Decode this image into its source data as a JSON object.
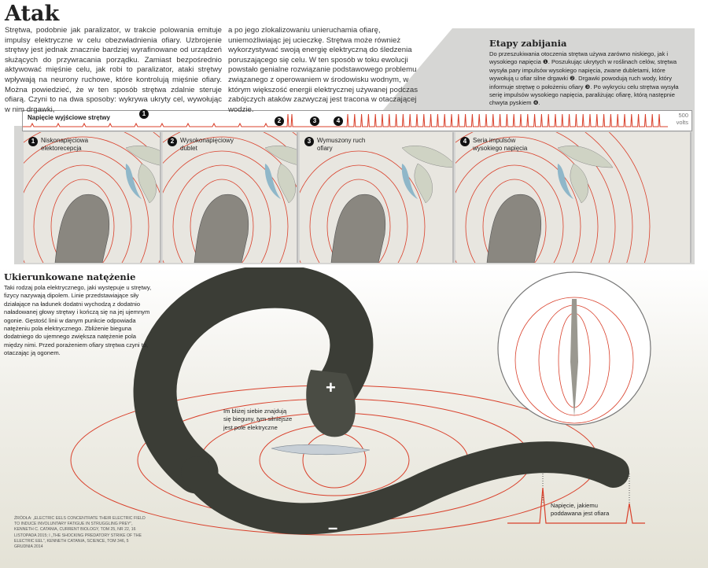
{
  "title": "Atak",
  "intro": {
    "col1": "Strętwa, podobnie jak paralizator, w trakcie polowania emituje impulsy elektryczne w celu obezwładnienia ofiary. Uzbrojenie strętwy jest jednak znacznie bardziej wyrafinowane od urządzeń służących do przywracania porządku. Zamiast bezpośrednio aktywować mięśnie celu, jak robi to paralizator, ataki strętwy wpływają na neurony ruchowe, które kontrolują mięśnie ofiary. Można powiedzieć, że w ten sposób strętwa zdalnie steruje ofiarą. Czyni to na dwa sposoby: wykrywa ukryty cel, wywołując w nim drgawki,",
    "col2": "a po jego zlokalizowaniu unieruchamia ofiarę, uniemożliwiając jej ucieczkę. Strętwa może również wykorzystywać swoją energię elektryczną do śledzenia poruszającego się celu. W ten sposób w toku ewolucji powstało genialne rozwiązanie podstawowego problemu związanego z operowaniem w środowisku wodnym, w którym większość energii elektrycznej używanej podczas zabójczych ataków zazwyczaj jest tracona w otaczającej wodzie."
  },
  "stages": {
    "heading": "Etapy zabijania",
    "text": "Do przeszukiwania otoczenia strętwa używa zarówno niskiego, jak i wysokiego napięcia ❶. Poszukując ukrytych w roślinach celów, strętwa wysyła pary impulsów wysokiego napięcia, zwane dubletami, które wywołują u ofiar silne drgawki ❷. Drgawki powodują ruch wody, który informuje strętwę o położeniu ofiary ❸. Po wykryciu celu strętwa wysyła serię impulsów wysokiego napięcia, paraliżując ofiarę, którą następnie chwyta pyskiem ❹."
  },
  "strip": {
    "label": "Napięcie wyjściowe strętwy",
    "scale_value": "500",
    "scale_unit": "volts",
    "markers": [
      "1",
      "2",
      "3",
      "4"
    ]
  },
  "panels": [
    {
      "num": "1",
      "label": "Niskonapięciowa elektorecepcja"
    },
    {
      "num": "2",
      "label": "Wysokonapięciowy dublet"
    },
    {
      "num": "3",
      "label": "Wymuszony ruch ofiary"
    },
    {
      "num": "4",
      "label": "Seria impulsów wysokiego napięcia"
    }
  ],
  "field": {
    "heading": "Ukierunkowane natężenie",
    "text": "Taki rodzaj pola elektrycznego, jaki występuje u strętwy, fizycy nazywają dipolem. Linie przedstawiające siły działające na ładunek dodatni wychodzą z dodatnio naładowanej głowy strętwy i kończą się na jej ujemnym ogonie. Gęstość linii w danym punkcie odpowiada natężeniu pola elektrycznego. Zbliżenie bieguna dodatniego do ujemnego zwiększa natężenie pola między nimi. Przed porażeniem ofiary strętwa czyni to, otaczając ją ogonem.",
    "plus": "+",
    "minus": "–",
    "poles_note": "Im bliżej siebie znajdują się bieguny, tym silniejsze jest pole elektryczne",
    "victim_note": "Napięcie, jakiemu poddawana jest ofiara"
  },
  "sources": "ŹRÓDŁA: „ELECTRIC EELS CONCENTRATE THEIR ELECTRIC FIELD TO INDUCE INVOLUNTARY FATIGUE IN STRUGGLING PREY”, KENNETH C. CATANIA, CURRENT BIOLOGY, TOM 25, NR 22, 16 LISTOPADA 2015; I „THE SHOCKING PREDATORY STRIKE OF THE ELECTRIC EEL”, KENNETH CATANIA, SCIENCE, TOM 346, 5 GRUDNIA 2014",
  "colors": {
    "field_line": "#d9402b",
    "panel_gray": "#d5d5d3",
    "eel": "#3b3d36"
  }
}
